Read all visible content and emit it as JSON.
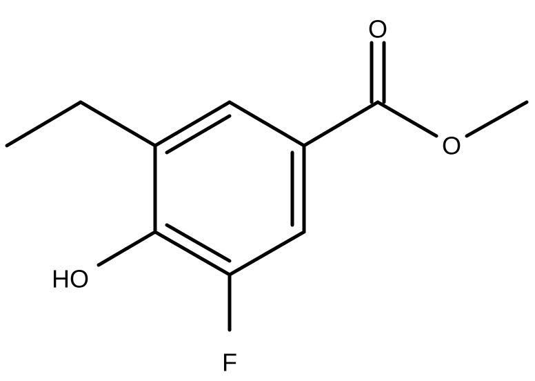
{
  "molecule": {
    "atoms": {
      "carbonyl_oxygen": "O",
      "ester_oxygen": "O",
      "hydroxyl": "HO",
      "fluorine": "F"
    },
    "colors": {
      "bond": "#000000",
      "label": "#000000",
      "background": "#ffffff"
    }
  }
}
